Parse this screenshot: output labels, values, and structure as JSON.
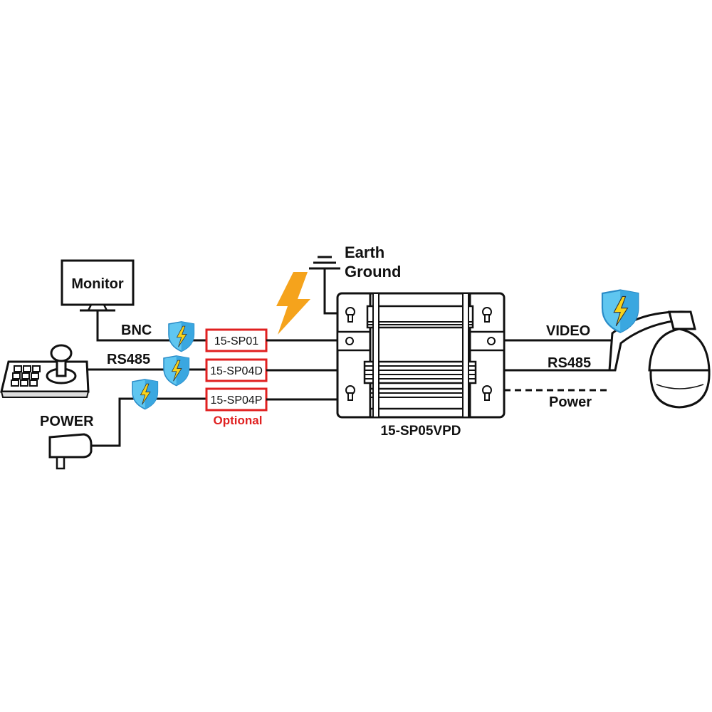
{
  "labels": {
    "monitor": "Monitor",
    "bnc": "BNC",
    "rs485_left": "RS485",
    "power_left": "POWER",
    "earth_line1": "Earth",
    "earth_line2": "Ground",
    "video": "VIDEO",
    "rs485_right": "RS485",
    "power_right": "Power",
    "device": "15-SP05VPD",
    "optional": "Optional"
  },
  "protectors": [
    {
      "label": "15-SP01"
    },
    {
      "label": "15-SP04D"
    },
    {
      "label": "15-SP04P"
    }
  ],
  "colors": {
    "line": "#111111",
    "optional_red": "#e02020",
    "shield_blue": "#5fc6f0",
    "shield_dark": "#2a8cc8",
    "bolt_yellow": "#f7d31c",
    "lightning_orange": "#f5a31c"
  },
  "icons": [
    "monitor-icon",
    "keyboard-controller-icon",
    "power-adapter-icon",
    "shield-lightning-icon",
    "lightning-icon",
    "earth-ground-icon",
    "dome-camera-icon"
  ]
}
